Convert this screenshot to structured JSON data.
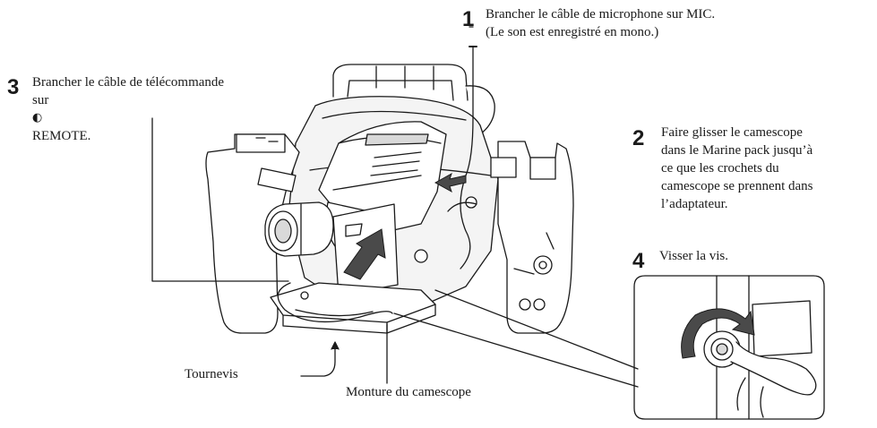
{
  "steps": [
    {
      "number": "1",
      "lines": [
        "Brancher le câble de microphone sur MIC.",
        "(Le son est enregistré en mono.)"
      ]
    },
    {
      "number": "2",
      "lines": [
        "Faire glisser le camescope",
        "dans le Marine pack jusqu’à",
        "ce que les crochets du",
        "camescope se prennent dans",
        "l’adaptateur."
      ]
    },
    {
      "number": "3",
      "lines": [
        "Brancher le câble de télécommande",
        "REMOTE."
      ],
      "line2_prefix": "sur"
    },
    {
      "number": "4",
      "lines": [
        "Visser la vis."
      ]
    }
  ],
  "labels": {
    "screwdriver": "Tournevis",
    "camcorder_mount": "Monture du camescope"
  },
  "icons": {
    "remote": "remote-jack-icon",
    "push_arrow": "push-arrow-icon",
    "rotate_arrow": "rotate-arrow-icon"
  },
  "colors": {
    "line": "#1a1a1a",
    "fill_light": "#ffffff",
    "fill_shade": "#d9d9d9",
    "arrow_fill": "#4a4a4a"
  }
}
